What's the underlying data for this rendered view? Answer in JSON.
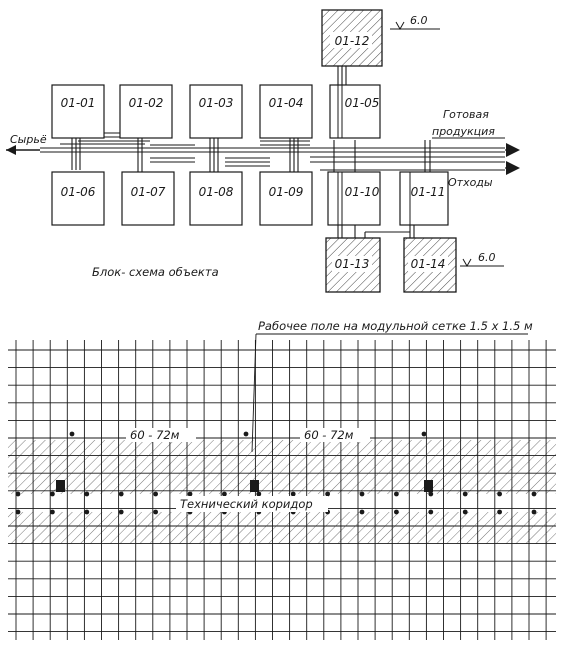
{
  "block_diagram": {
    "caption": "Блок- схема объекта",
    "input_label": "Сырьё",
    "output_product_label": "Готовая продукция",
    "output_product_line1": "Готовая",
    "output_product_line2": "продукция",
    "output_waste_label": "Отходы",
    "elevation_top": "6.0",
    "elevation_bottom": "6.0",
    "blocks": [
      {
        "id": "01-01"
      },
      {
        "id": "01-02"
      },
      {
        "id": "01-03"
      },
      {
        "id": "01-04"
      },
      {
        "id": "01-05"
      },
      {
        "id": "01-06"
      },
      {
        "id": "01-07"
      },
      {
        "id": "01-08"
      },
      {
        "id": "01-09"
      },
      {
        "id": "01-10"
      },
      {
        "id": "01-11"
      },
      {
        "id": "01-12"
      },
      {
        "id": "01-13"
      },
      {
        "id": "01-14"
      }
    ]
  },
  "grid_plan": {
    "work_field_label": "Рабочее поле на модульной сетке 1.5 x 1.5 м",
    "span_label_left": "60 - 72м",
    "span_label_right": "60 - 72м",
    "corridor_label": "Технический коридор"
  },
  "colors": {
    "ink": "#1a1a1a",
    "paper": "#ffffff",
    "hatch": "#444444"
  }
}
